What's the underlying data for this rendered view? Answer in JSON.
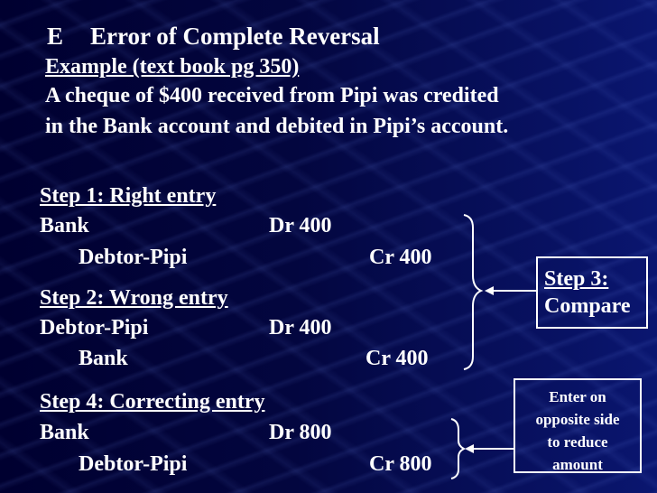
{
  "title": {
    "letter": "E",
    "text": "Error of Complete Reversal"
  },
  "example": "Example (text book pg 350)",
  "description": [
    "A cheque of $400 received from Pipi was credited",
    "in the Bank account and debited in Pipi’s account."
  ],
  "step1": {
    "heading": "Step 1: Right entry",
    "debit": {
      "account": "Bank",
      "amount": "Dr  400"
    },
    "credit": {
      "account": "Debtor-Pipi",
      "amount": "Cr 400"
    }
  },
  "step2": {
    "heading": "Step 2: Wrong entry",
    "debit": {
      "account": "Debtor-Pipi",
      "amount": "Dr  400"
    },
    "credit": {
      "account": "Bank",
      "amount": "Cr  400"
    }
  },
  "step3": {
    "line1": "Step 3:",
    "line2": "Compare"
  },
  "step4": {
    "heading": "Step 4: Correcting entry",
    "debit": {
      "account": "Bank",
      "amount": "Dr  800"
    },
    "credit": {
      "account": "Debtor-Pipi",
      "amount": "Cr  800"
    }
  },
  "note": [
    "Enter on",
    "opposite side",
    "to reduce",
    "amount"
  ]
}
